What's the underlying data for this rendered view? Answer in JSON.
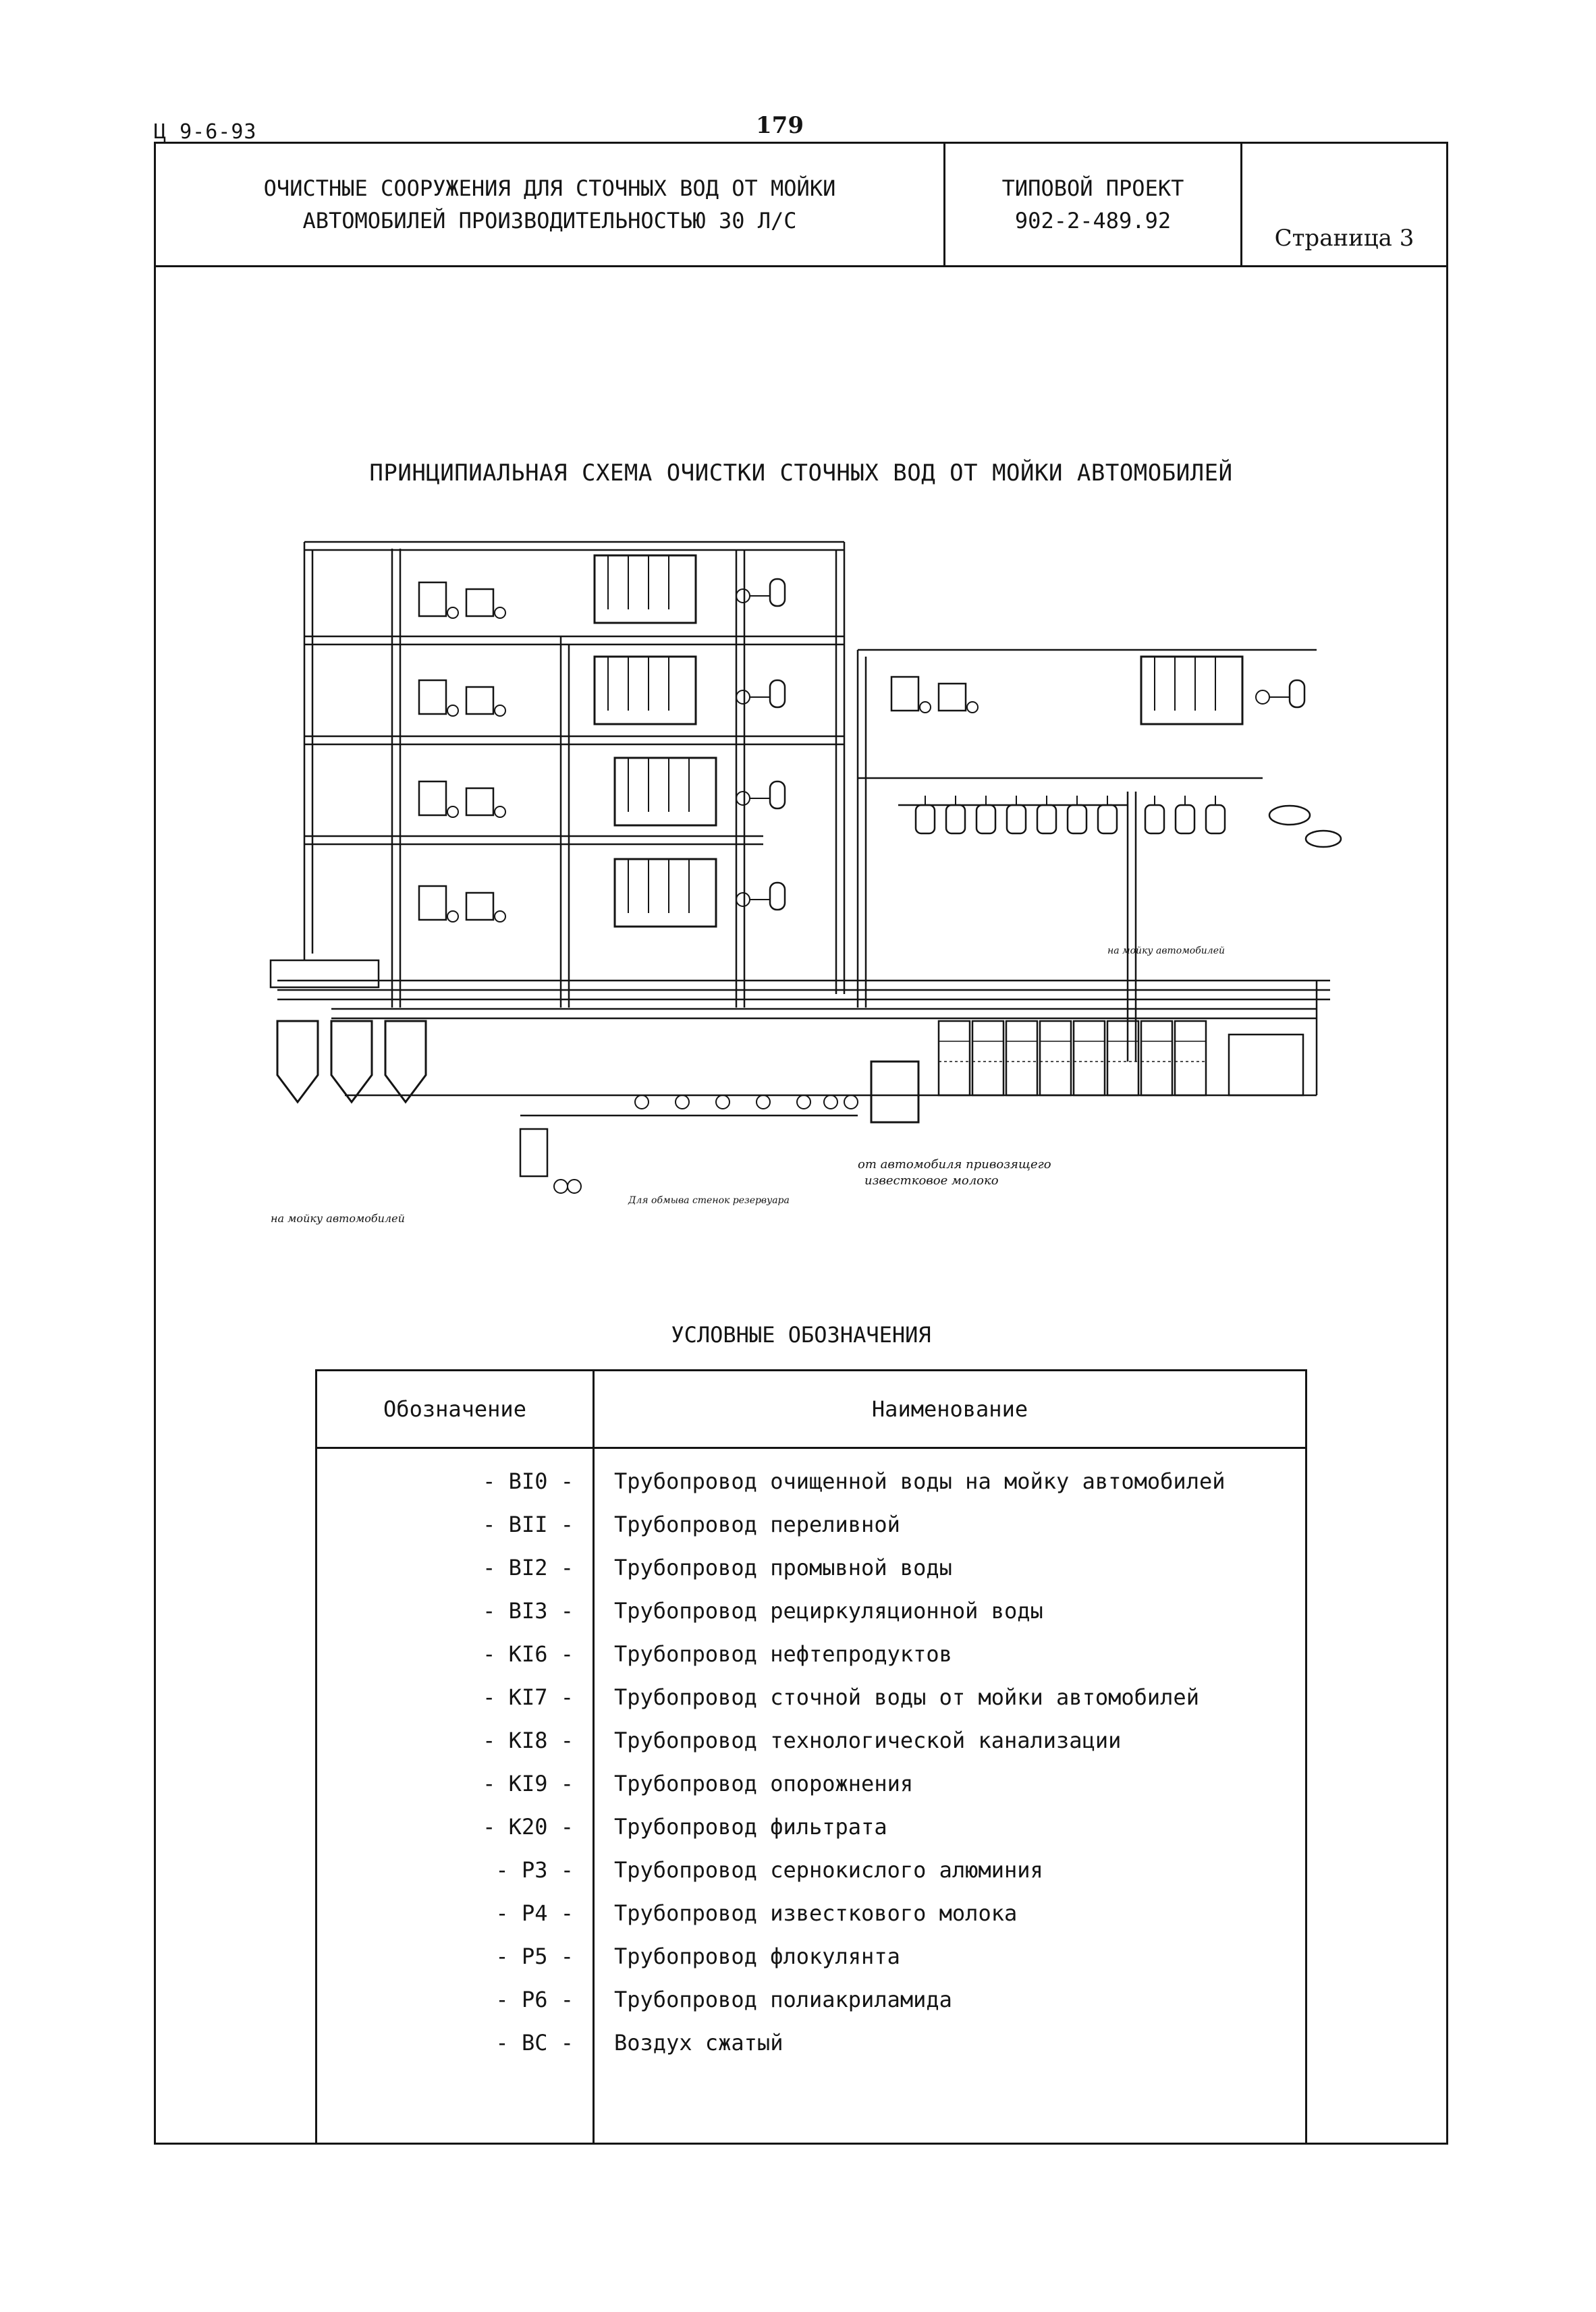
{
  "header": {
    "doc_code": "Ц 9-6-93",
    "page_number": "179"
  },
  "title_block": {
    "title_line1": "ОЧИСТНЫЕ СООРУЖЕНИЯ ДЛЯ СТОЧНЫХ ВОД ОТ МОЙКИ",
    "title_line2": "АВТОМОБИЛЕЙ ПРОИЗВОДИТЕЛЬНОСТЬЮ 30 Л/С",
    "project_label": "ТИПОВОЙ ПРОЕКТ",
    "project_number": "902-2-489.92",
    "page_label": "Страница 3"
  },
  "scheme": {
    "title": "ПРИНЦИПИАЛЬНАЯ СХЕМА ОЧИСТКИ СТОЧНЫХ ВОД ОТ МОЙКИ АВТОМОБИЛЕЙ",
    "annotations": {
      "from_vehicle": "от автомобиля привозящего",
      "lime_milk": "известковое молоко",
      "to_wash": "на мойку автомобилей",
      "to_wash_top": "на мойку автомобилей",
      "reservoir": "Для обмыва стенок резервуара"
    }
  },
  "legend": {
    "title": "УСЛОВНЫЕ ОБОЗНАЧЕНИЯ",
    "col_code": "Обозначение",
    "col_name": "Наименование",
    "rows": [
      {
        "code": "- ВI0 -",
        "name": "Трубопровод очищенной воды на мойку автомобилей"
      },
      {
        "code": "- ВII -",
        "name": "Трубопровод переливной"
      },
      {
        "code": "- ВI2 -",
        "name": "Трубопровод промывной воды"
      },
      {
        "code": "- ВI3 -",
        "name": "Трубопровод рециркуляционной воды"
      },
      {
        "code": "- КI6 -",
        "name": "Трубопровод нефтепродуктов"
      },
      {
        "code": "- КI7 -",
        "name": "Трубопровод сточной воды от мойки автомобилей"
      },
      {
        "code": "- КI8 -",
        "name": "Трубопровод технологической канализации"
      },
      {
        "code": "- КI9 -",
        "name": "Трубопровод опорожнения"
      },
      {
        "code": "- К20 -",
        "name": "Трубопровод фильтрата"
      },
      {
        "code": "- Р3 -",
        "name": "Трубопровод сернокислого алюминия"
      },
      {
        "code": "- Р4 -",
        "name": "Трубопровод известкового молока"
      },
      {
        "code": "- Р5 -",
        "name": "Трубопровод флокулянта"
      },
      {
        "code": "- Р6 -",
        "name": "Трубопровод полиакриламида"
      },
      {
        "code": "- ВС -",
        "name": "Воздух сжатый"
      }
    ]
  }
}
